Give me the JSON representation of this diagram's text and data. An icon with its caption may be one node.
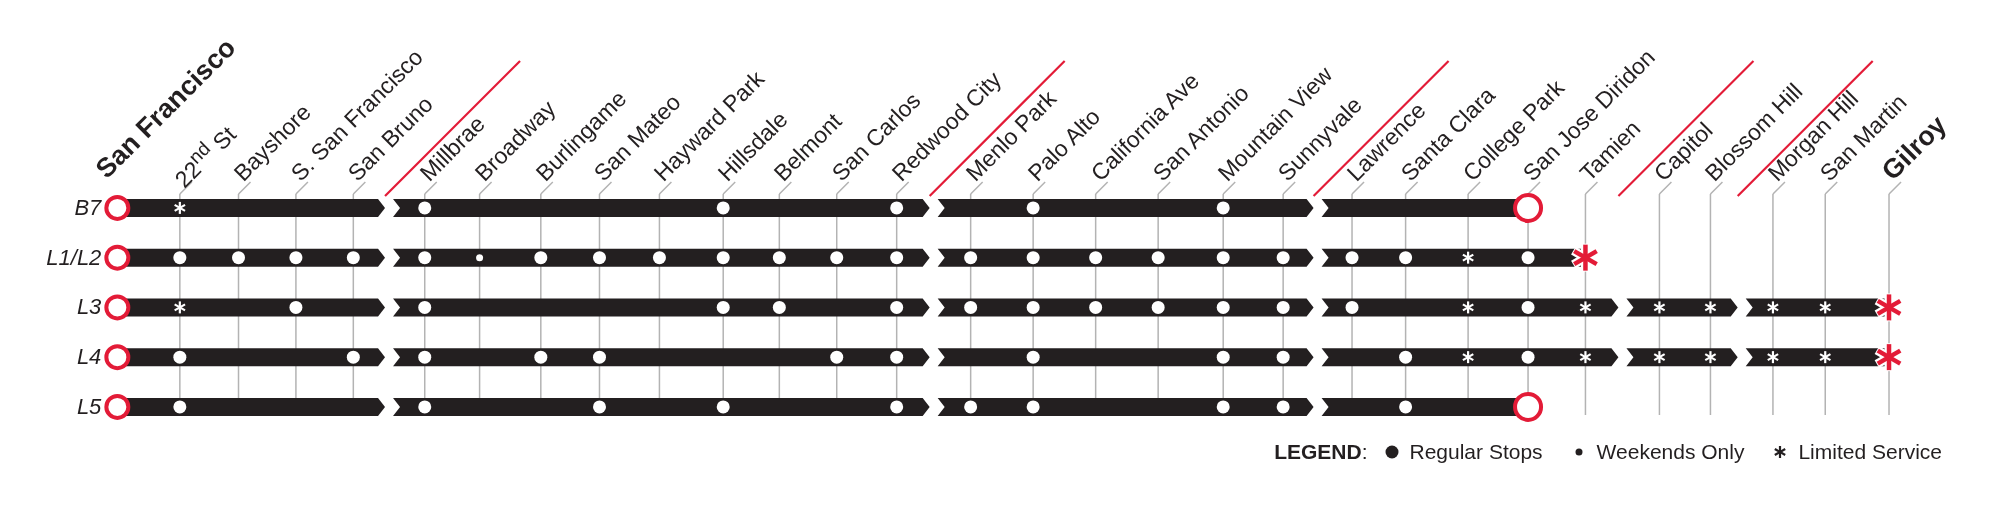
{
  "diagram": {
    "labels": [
      "San Francisco",
      "22$^{nd}$ St",
      "Bayshore",
      "S. San Francisco",
      "San Bruno",
      "Millbrae",
      "Broadway",
      "Burlingame",
      "San Mateo",
      "Hayward Park",
      "Hillsdale",
      "Belmont",
      "San Carlos",
      "Redwood City",
      "Menlo Park",
      "Palo Alto",
      "California Ave",
      "San Antonio",
      "Mountain View",
      "Sunnyvale",
      "Lawrence",
      "Santa Clara",
      "College Park",
      "San Jose Diridon",
      "Tamien",
      "Capitol",
      "Blossom Hill",
      "Morgan Hill",
      "San Martin",
      "Gilroy",
      "B7",
      "L1/L2",
      "L3",
      "L4",
      "L5",
      "**LEGEND**:"
    ],
    "legend": [
      {
        "text": "Regular Stops"
      },
      {
        "text": "Weekends Only"
      },
      {
        "text": "Limited Service"
      }
    ]
  }
}
